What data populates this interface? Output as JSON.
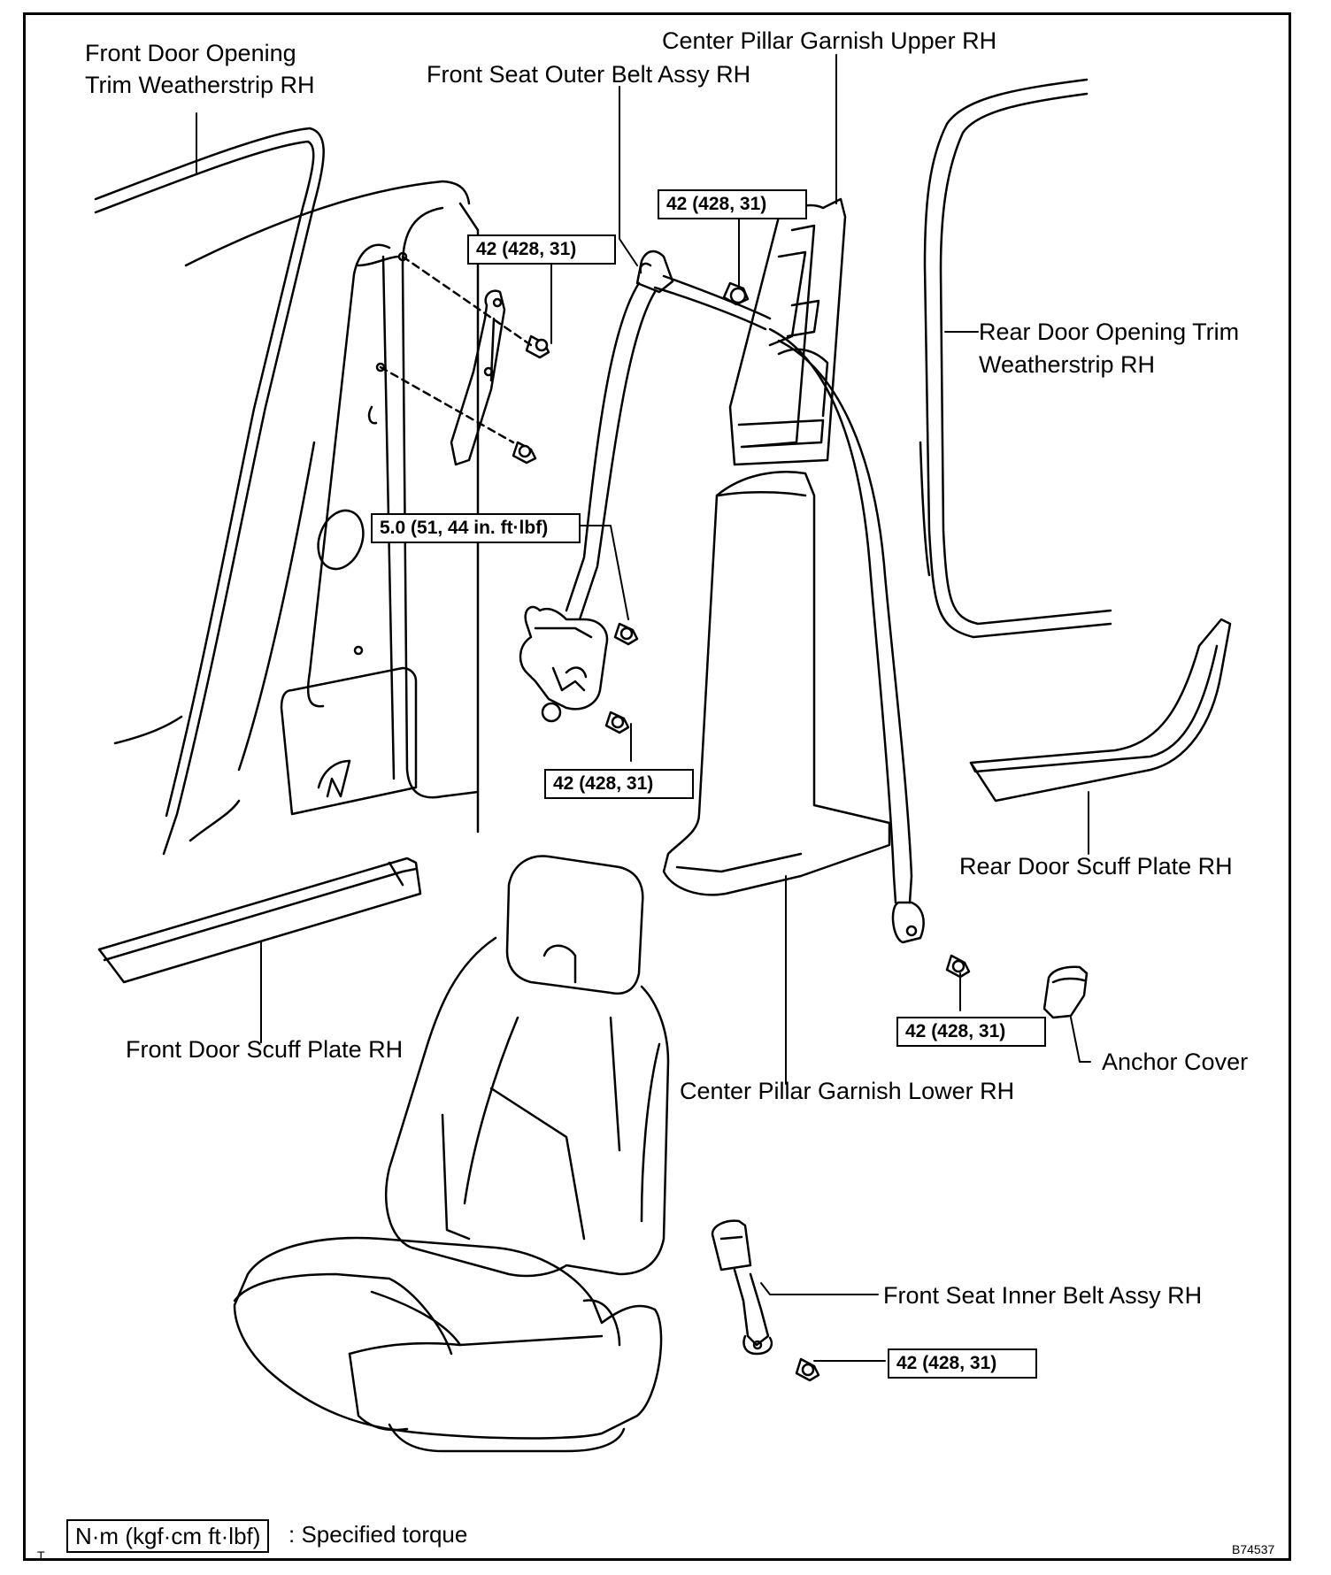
{
  "labels": {
    "front_door_weatherstrip_1": "Front Door Opening",
    "front_door_weatherstrip_2": "Trim Weatherstrip RH",
    "front_outer_belt": "Front Seat Outer Belt Assy RH",
    "center_pillar_upper": "Center Pillar Garnish Upper RH",
    "rear_door_weatherstrip_1": "Rear Door Opening Trim",
    "rear_door_weatherstrip_2": "Weatherstrip RH",
    "rear_scuff": "Rear Door Scuff Plate RH",
    "front_scuff": "Front Door Scuff Plate RH",
    "anchor_cover": "Anchor Cover",
    "center_pillar_lower": "Center Pillar Garnish  Lower RH",
    "front_inner_belt": "Front Seat Inner Belt Assy RH"
  },
  "torques": {
    "t1": "42 (428, 31)",
    "t2": "42 (428, 31)",
    "t3": "5.0 (51, 44 in. ft·lbf)",
    "t4": "42 (428, 31)",
    "t5": "42 (428, 31)",
    "t6": "42 (428, 31)"
  },
  "legend": {
    "unit": "N·m (kgf·cm ft·lbf)",
    "description": ": Specified torque"
  },
  "corner_left": "T",
  "figure_id": "B74537"
}
